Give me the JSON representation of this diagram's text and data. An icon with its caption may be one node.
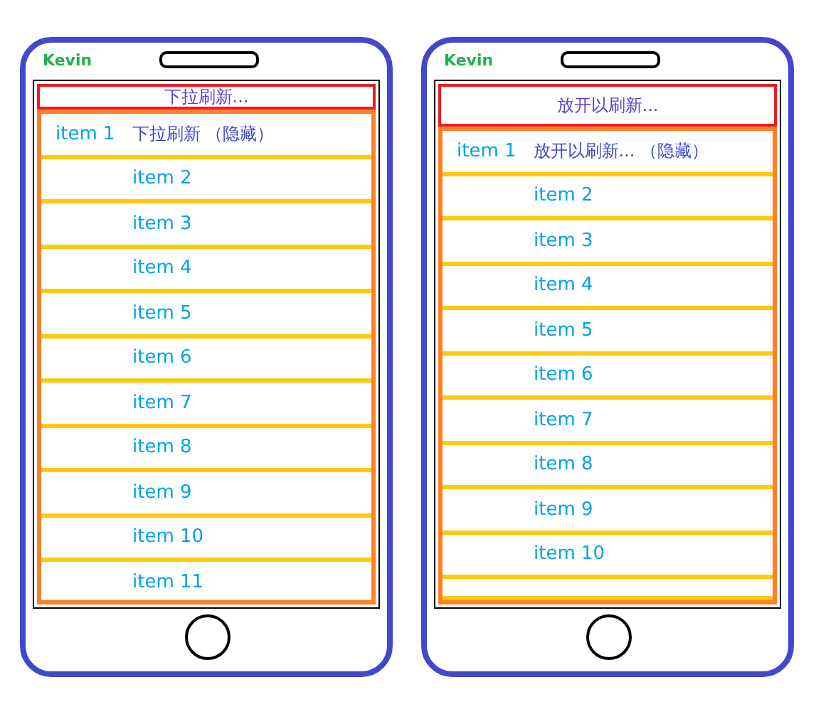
{
  "diagram": {
    "nodes": [
      {
        "text": [
          "Kevin"
        ]
      },
      {
        "text": [],
        "shape": "box",
        "in": 0
      },
      {
        "text": [
          "下拉刷新..."
        ],
        "in": 1
      },
      {
        "text": [],
        "shape": "box",
        "in": 1
      },
      {
        "text": [
          "item 1"
        ],
        "in": 3
      },
      {
        "text": [
          "item 2"
        ],
        "in": 3
      },
      {
        "text": [
          "item 3"
        ],
        "in": 3
      },
      {
        "text": [
          "item 4"
        ],
        "in": 3
      },
      {
        "text": [
          "item 5"
        ],
        "in": 3
      },
      {
        "text": [
          "item 6"
        ],
        "in": 3
      },
      {
        "text": [
          "item 7"
        ],
        "in": 3
      },
      {
        "text": [
          "item 8"
        ],
        "in": 3
      },
      {
        "text": [
          "item 9"
        ],
        "in": 3
      },
      {
        "text": [
          "item 10"
        ],
        "in": 3
      },
      {
        "text": [
          "item 11"
        ],
        "in": 3
      },
      {
        "text": [
          "Kevin"
        ]
      },
      {
        "text": [],
        "shape": "box",
        "in": 15
      },
      {
        "text": [
          "放开以刷新..."
        ],
        "in": 16
      },
      {
        "text": [],
        "shape": "box",
        "in": 16
      },
      {
        "text": [
          "item 1"
        ],
        "in": 18
      },
      {
        "text": [
          "item 2"
        ],
        "in": 18
      },
      {
        "text": [
          "item 3"
        ],
        "in": 18
      },
      {
        "text": [
          "item 4"
        ],
        "in": 18
      },
      {
        "text": [
          "item 5"
        ],
        "in": 18
      },
      {
        "text": [
          "item 6"
        ],
        "in": 18
      },
      {
        "text": [
          "item 7"
        ],
        "in": 18
      },
      {
        "text": [
          "item 8"
        ],
        "in": 18
      },
      {
        "text": [
          "item 9"
        ],
        "in": 18
      },
      {
        "text": [
          "item 10"
        ],
        "in": 18
      },
      {
        "text": [],
        "shape": "box",
        "in": 18
      }
    ],
    "edges": [],
    "labels": [
      "下拉刷新 （隐藏）",
      "放开以刷新... （隐藏）"
    ]
  }
}
